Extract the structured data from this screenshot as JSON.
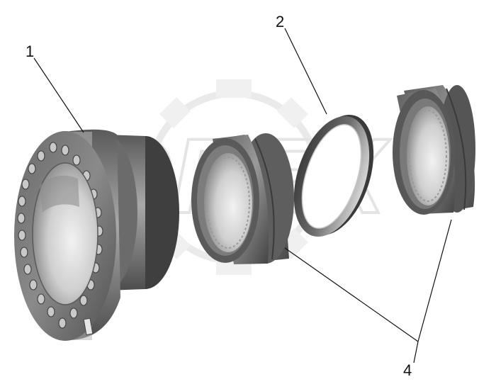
{
  "callouts": {
    "part_1": "1",
    "part_2": "2",
    "part_4": "4"
  },
  "watermark": {
    "text": "OPEX"
  },
  "colors": {
    "background": "#ffffff",
    "metal_dark": "#4a4a4a",
    "metal_mid": "#8c8c8c",
    "metal_light": "#d8d8d8",
    "watermark": "#e2e2e2",
    "ink": "#111111"
  }
}
